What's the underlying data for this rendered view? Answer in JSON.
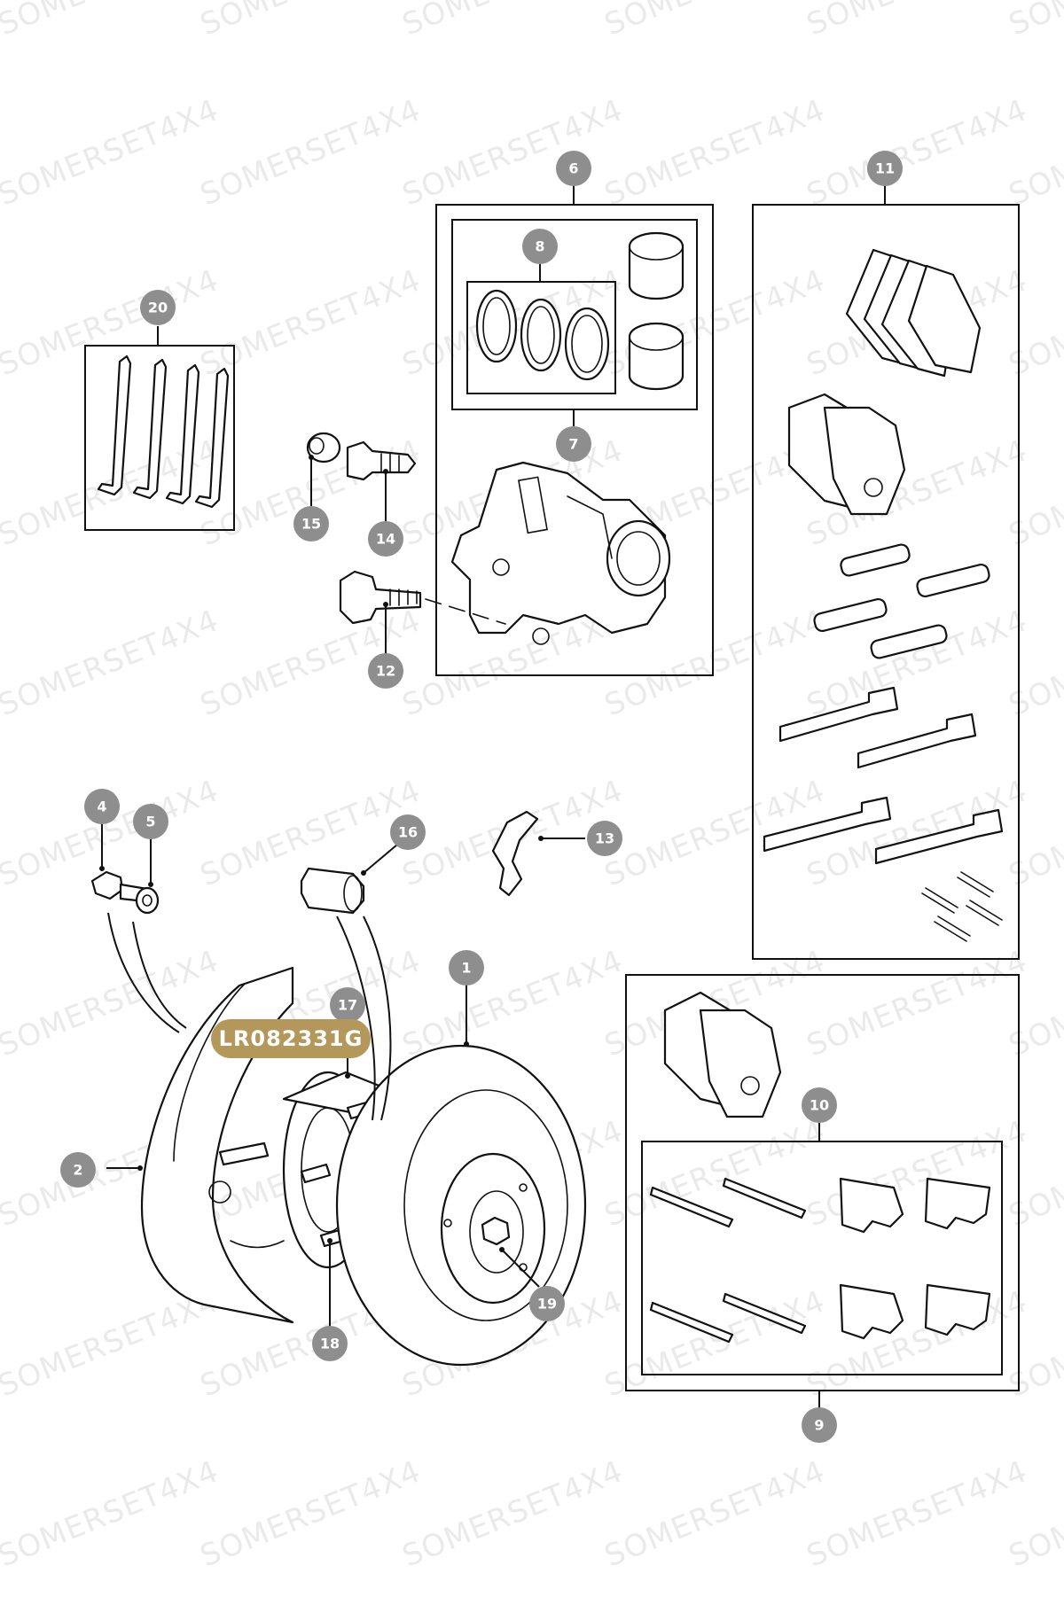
{
  "watermark": "SOMERSET4X4",
  "highlight_part_number": "LR082331G",
  "callouts": [
    "1",
    "2",
    "4",
    "5",
    "6",
    "7",
    "8",
    "9",
    "10",
    "11",
    "12",
    "13",
    "14",
    "15",
    "16",
    "17",
    "18",
    "19",
    "20"
  ],
  "colors": {
    "callout_fill": "#8e8e8e",
    "highlight_fill": "#b4975a",
    "line": "#111111"
  }
}
